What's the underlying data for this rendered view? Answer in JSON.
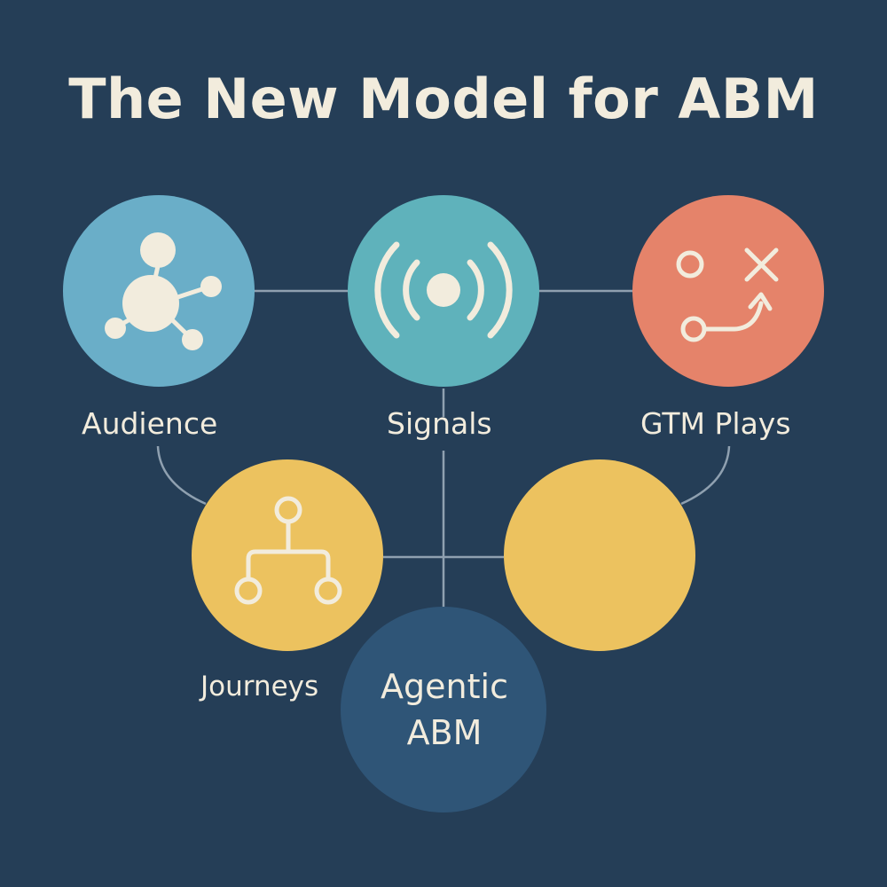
{
  "title": "The New Model for ABM",
  "colors": {
    "background": "#253e57",
    "audience": "#6aaec8",
    "signals": "#5fb2bb",
    "gtm_plays": "#e5836a",
    "journeys": "#ecc25f",
    "unlabeled": "#ecc25f",
    "agentic": "#2f5577",
    "connector": "#8fa0b0",
    "icon": "#f2ecdd"
  },
  "nodes": {
    "audience": {
      "label": "Audience",
      "icon": "network-icon"
    },
    "signals": {
      "label": "Signals",
      "icon": "broadcast-signal-icon"
    },
    "gtm_plays": {
      "label": "GTM Plays",
      "icon": "playbook-icon"
    },
    "journeys": {
      "label": "Journeys",
      "icon": "branching-path-icon"
    },
    "unlabeled": {
      "label": ""
    },
    "agentic": {
      "label_line1": "Agentic",
      "label_line2": "ABM"
    }
  }
}
